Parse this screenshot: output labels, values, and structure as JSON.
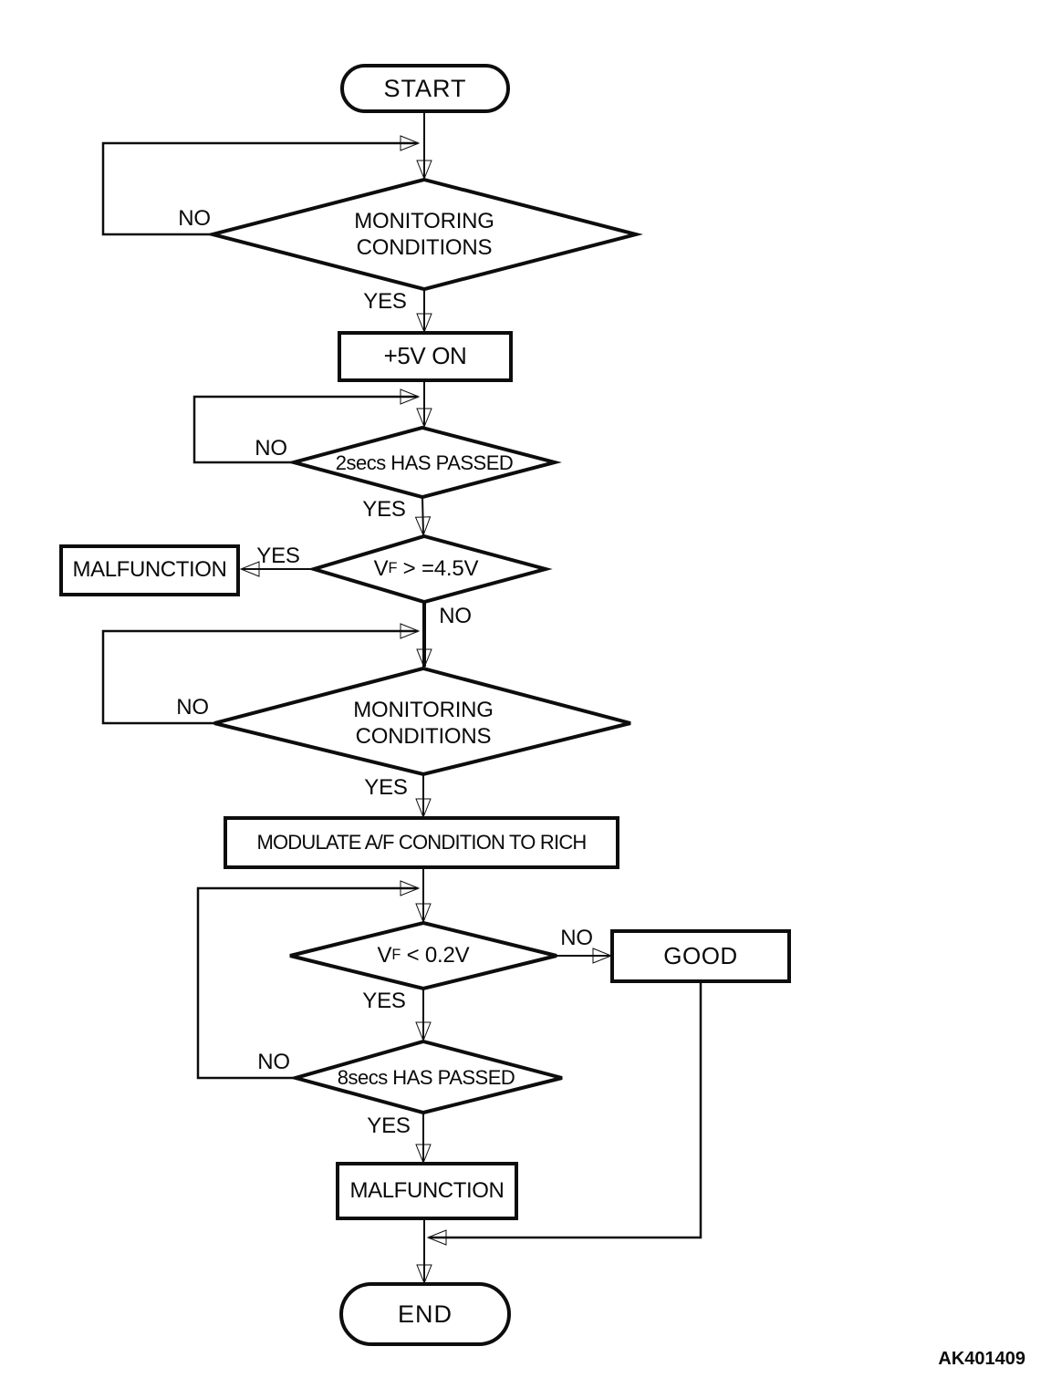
{
  "figure": {
    "code": "AK401409"
  },
  "labels": {
    "yes": "YES",
    "no": "NO"
  },
  "nodes": {
    "start": "START",
    "monitoring1": {
      "line1": "MONITORING",
      "line2": "CONDITIONS"
    },
    "plus5v": "+5V ON",
    "passed2s": "2secs HAS PASSED",
    "vf45": {
      "v": "V",
      "sub": "F",
      "cond": " > =4.5V"
    },
    "malfunction1": "MALFUNCTION",
    "monitoring2": {
      "line1": "MONITORING",
      "line2": "CONDITIONS"
    },
    "modulate": "MODULATE A/F CONDITION TO RICH",
    "vf02": {
      "v": "V",
      "sub": "F",
      "cond": " < 0.2V"
    },
    "good": "GOOD",
    "passed8s": "8secs HAS PASSED",
    "malfunction2": "MALFUNCTION",
    "end": "END"
  }
}
